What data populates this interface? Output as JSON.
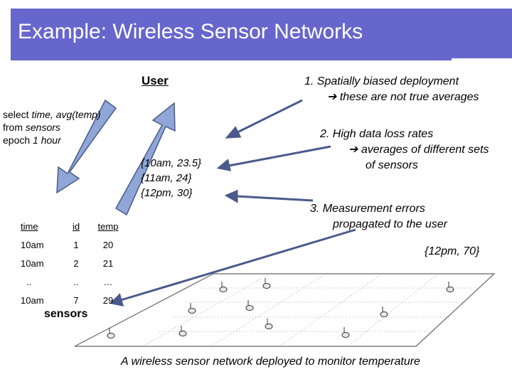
{
  "title": "Example: Wireless Sensor Networks",
  "user_label": "User",
  "query_lines": [
    "select time, avg(temp)",
    "from sensors",
    "epoch 1 hour"
  ],
  "results_lines": [
    "{10am, 23.5}",
    "{11am, 24}",
    "{12pm, 30}"
  ],
  "issues": [
    {
      "line1": "1. Spatially biased deployment",
      "line2": "➔ these are not true averages"
    },
    {
      "line1": "2. High data loss rates",
      "line2": "➔ averages of different sets",
      "line3": "of sensors"
    },
    {
      "line1": "3. Measurement errors",
      "line2": "propagated to the user"
    }
  ],
  "callout": "{12pm, 70}",
  "table": {
    "headers": [
      "time",
      "id",
      "temp"
    ],
    "rows": [
      [
        "10am",
        "1",
        "20"
      ],
      [
        "10am",
        "2",
        "21"
      ],
      [
        "..",
        "..",
        "…"
      ],
      [
        "10am",
        "7",
        "29"
      ]
    ]
  },
  "sensors_label": "sensors",
  "caption": "A wireless sensor network deployed to monitor temperature",
  "colors": {
    "accent": "#6666cc",
    "arrow_fill": "#8fa6d6",
    "arrow_stroke": "#4a5a8c"
  }
}
